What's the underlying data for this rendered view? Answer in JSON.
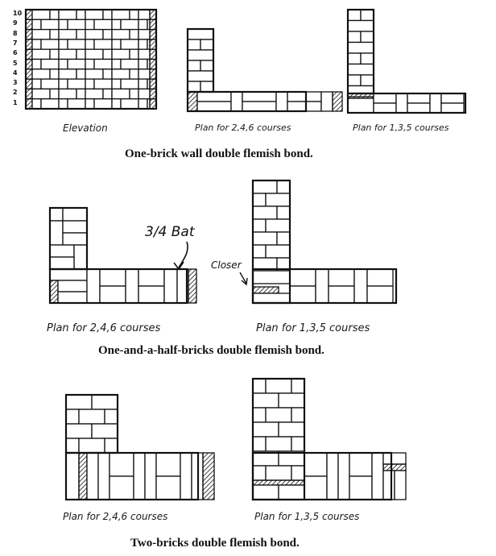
{
  "course_numbers": [
    "10",
    "9",
    "8",
    "7",
    "6",
    "5",
    "4",
    "3",
    "2",
    "1"
  ],
  "section_one": {
    "captions": {
      "elevation": "Elevation",
      "plan_even": "Plan for 2,4,6 courses",
      "plan_odd": "Plan for 1,3,5 courses"
    },
    "title": "One-brick wall double flemish bond."
  },
  "section_two": {
    "annotations": {
      "bat": "3/4 Bat",
      "closer": "Closer"
    },
    "captions": {
      "plan_even": "Plan for 2,4,6 courses",
      "plan_odd": "Plan for 1,3,5 courses"
    },
    "title": "One-and-a-half-bricks double flemish bond."
  },
  "section_three": {
    "captions": {
      "plan_even": "Plan for 2,4,6 courses",
      "plan_odd": "Plan for 1,3,5 courses"
    },
    "title": "Two-bricks double flemish bond."
  }
}
